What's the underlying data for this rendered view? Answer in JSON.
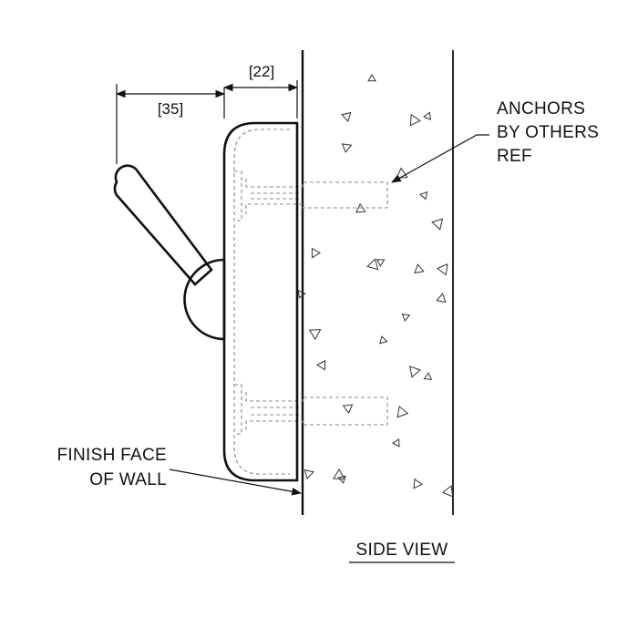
{
  "dimensions": {
    "hook_projection": "[35]",
    "base_depth": "[22]"
  },
  "labels": {
    "anchors_line1": "ANCHORS",
    "anchors_line2": "BY OTHERS",
    "anchors_line3": "REF",
    "finish_line1": "FINISH FACE",
    "finish_line2": "OF WALL",
    "view_title": "SIDE VIEW"
  },
  "colors": {
    "ink": "#111111",
    "hidden_line": "#888888"
  }
}
